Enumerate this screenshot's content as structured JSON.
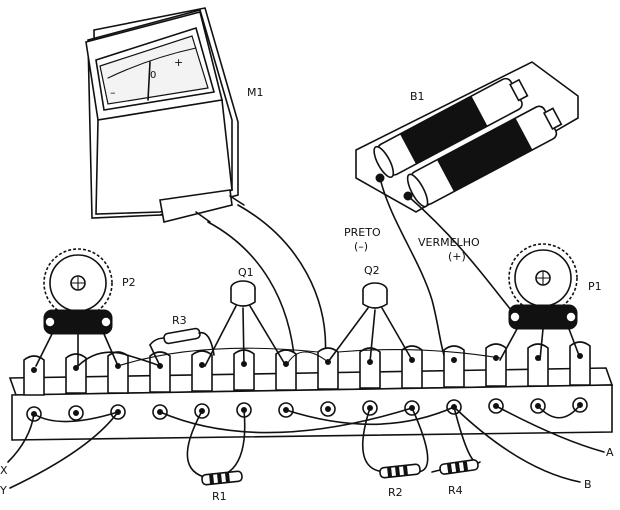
{
  "labels": {
    "meter": "M1",
    "battery": "B1",
    "preto": "PRETO",
    "minus": "(–)",
    "vermelho": "VERMELHO",
    "plus": "(+)",
    "q1": "Q1",
    "q2": "Q2",
    "p1": "P1",
    "p2": "P2",
    "r1": "R1",
    "r2": "R2",
    "r3": "R3",
    "r4": "R4",
    "a": "A",
    "b": "B",
    "x": "X",
    "y": "Y",
    "meter_minus": "–",
    "meter_zero": "0",
    "meter_plus": "+"
  },
  "colors": {
    "ink": "#111111",
    "paper": "#ffffff"
  }
}
